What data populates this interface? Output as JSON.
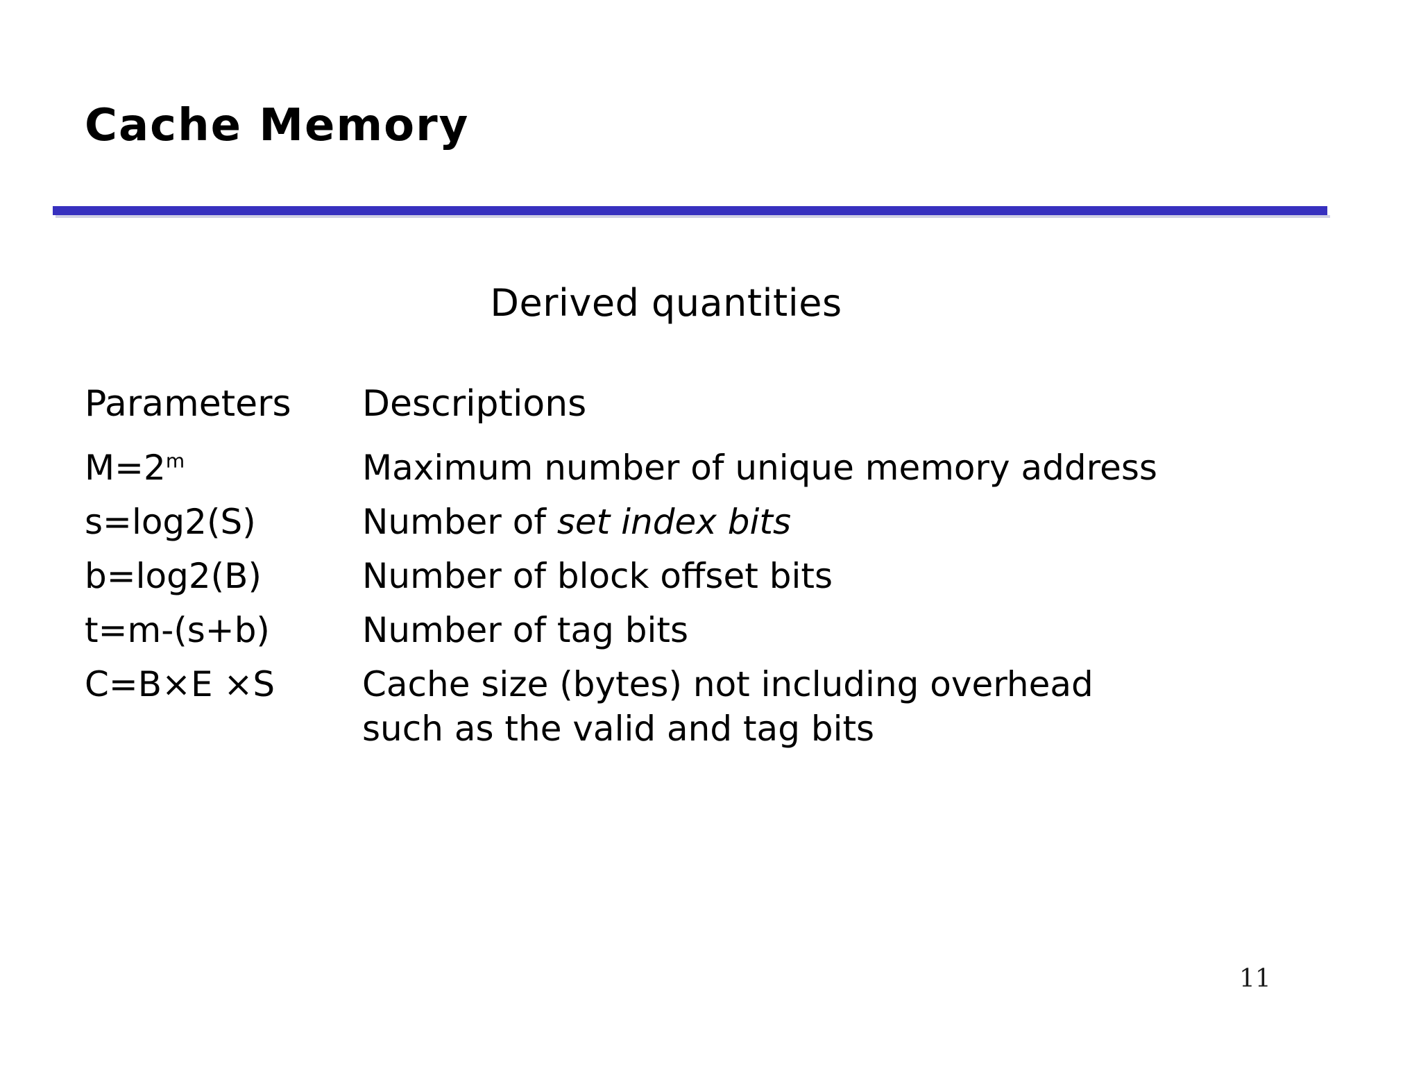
{
  "slide": {
    "title": "Cache Memory",
    "rule_color": "#3730bf",
    "page_number": "11"
  },
  "content": {
    "heading": "Derived quantities",
    "columns": {
      "parameters": "Parameters",
      "descriptions": "Descriptions"
    },
    "rows": [
      {
        "param_base": "M=2",
        "param_sup": "m",
        "desc": "Maximum number of unique memory address"
      },
      {
        "param": "s=log2(S)",
        "desc_prefix": "Number of ",
        "desc_italic": "set index bits"
      },
      {
        "param": "b=log2(B)",
        "desc": "Number of block offset bits"
      },
      {
        "param": "t=m-(s+b)",
        "desc": "Number of tag bits"
      },
      {
        "param": "C=B×E ×S",
        "desc_line1": "Cache size (bytes) not including overhead",
        "desc_line2": "such as the valid and tag bits"
      }
    ]
  }
}
